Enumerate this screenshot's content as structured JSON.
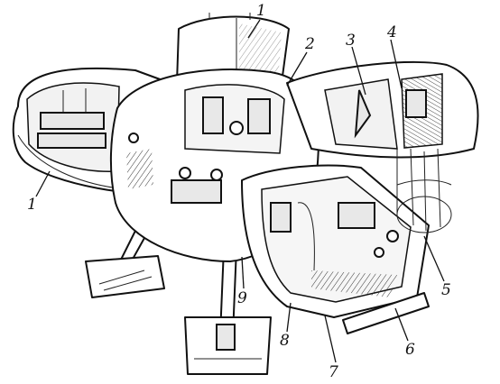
{
  "labels": {
    "l1_top": "1",
    "l1_left": "1",
    "l2": "2",
    "l3": "3",
    "l4": "4",
    "l5": "5",
    "l6": "6",
    "l7": "7",
    "l8": "8",
    "l9": "9"
  }
}
